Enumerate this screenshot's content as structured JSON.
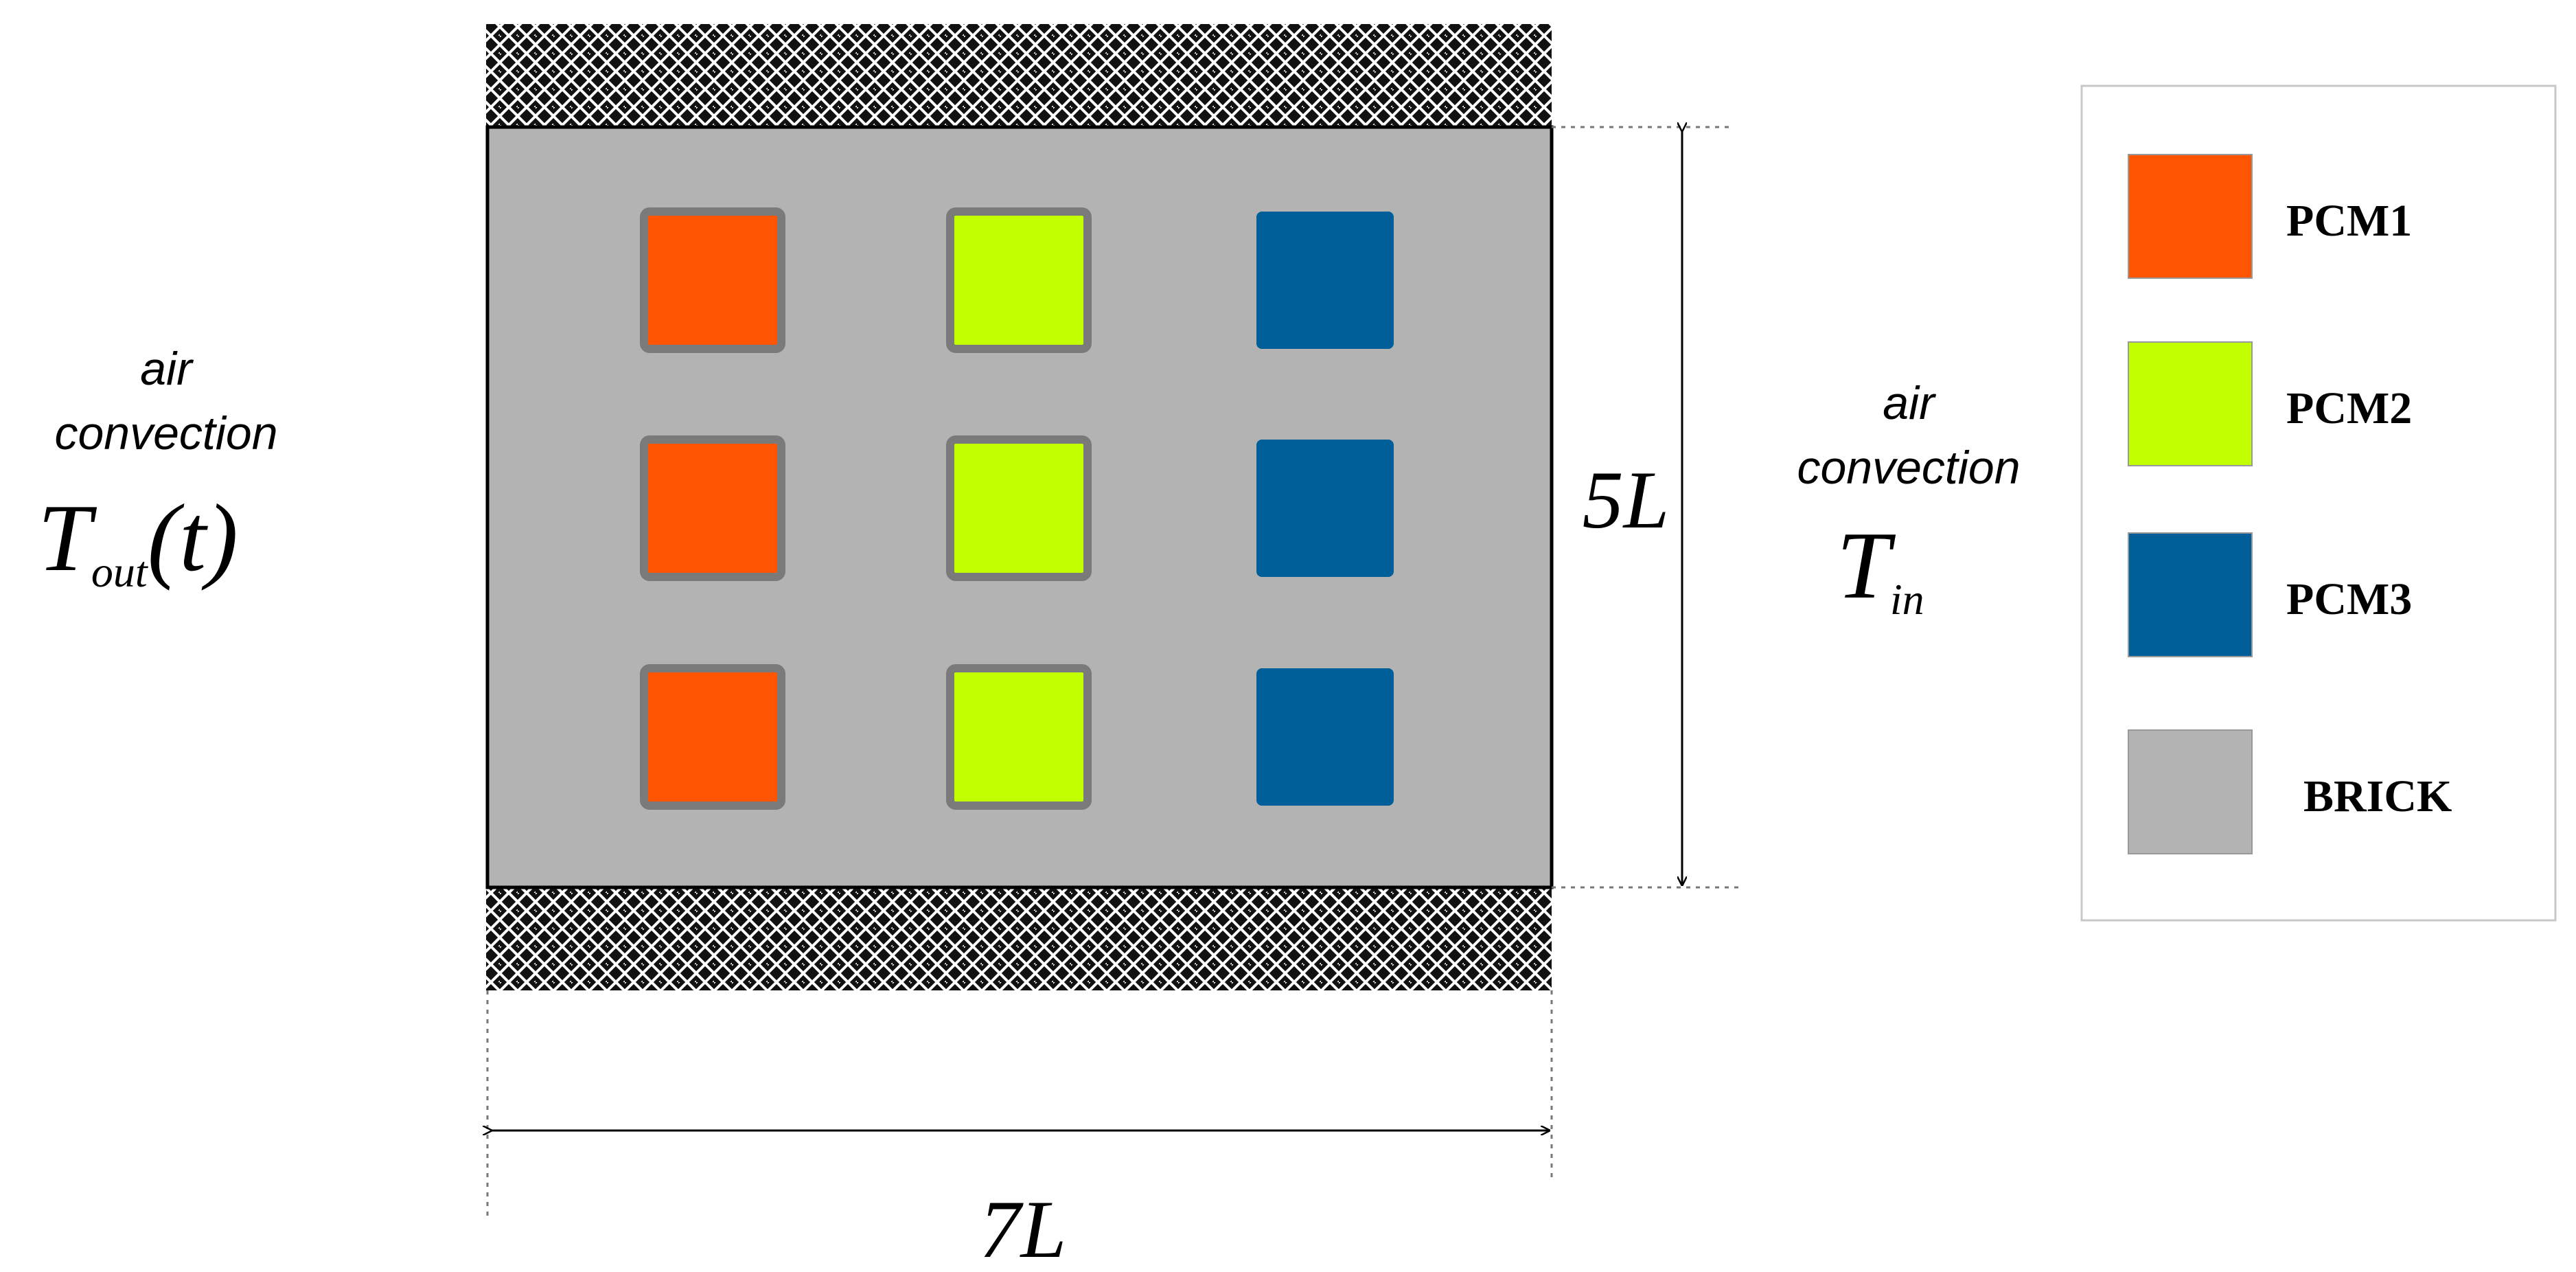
{
  "left_side": {
    "line1": "air",
    "line2": "convection",
    "symbol": "T",
    "subscript": "out",
    "argument": "(t)"
  },
  "right_side": {
    "line1": "air",
    "line2": "convection",
    "symbol": "T",
    "subscript": "in"
  },
  "dimensions": {
    "height": "5L",
    "width": "7L"
  },
  "legend": [
    {
      "label": "PCM1",
      "color": "#ff5500"
    },
    {
      "label": "PCM2",
      "color": "#c2ff00"
    },
    {
      "label": "PCM3",
      "color": "#005f99"
    },
    {
      "label": "BRICK",
      "color": "#b3b3b3"
    }
  ],
  "grid": {
    "rows": 3,
    "columns": [
      {
        "material": "PCM1",
        "color": "#ff5500"
      },
      {
        "material": "PCM2",
        "color": "#c2ff00"
      },
      {
        "material": "PCM3",
        "color": "#005f99"
      }
    ]
  },
  "colors": {
    "brick": "#b3b3b3",
    "insulation_dark": "#111111",
    "insulation_light": "#ffffff",
    "cell_border": "#7a7a7a"
  }
}
